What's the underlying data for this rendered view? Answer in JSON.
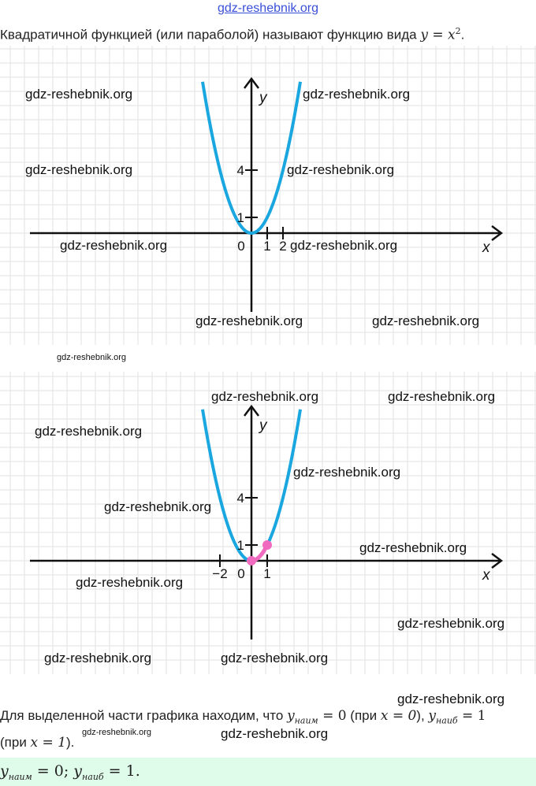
{
  "watermark": {
    "text": "gdz-reshebnik.org"
  },
  "intro": {
    "text": "Квадратичной функцией (или параболой) называют функцию вида ",
    "formula": "y = x",
    "exp": "2",
    "end": "."
  },
  "graph1": {
    "xlabel": "x",
    "ylabel": "y",
    "ticks": {
      "x": [
        "1",
        "2"
      ],
      "y": [
        "1",
        "4"
      ],
      "origin": "0"
    }
  },
  "graph2": {
    "xlabel": "x",
    "ylabel": "y",
    "ticks": {
      "x": [
        "−2",
        "1"
      ],
      "y": [
        "1",
        "4"
      ],
      "origin": "0"
    },
    "highlight": {
      "from": 0,
      "to": 1
    }
  },
  "colors": {
    "parabola": "#1aa7e0",
    "highlight": "#f06bbf",
    "grid": "#e2e2e2",
    "answer_bg": "#dffbea"
  },
  "conclusion": {
    "t1": "Для выделенной части графика находим, что ",
    "ymin": "y",
    "ymin_sub": "наим",
    "eq0": " = 0",
    "t2": " (при ",
    "x0": "x = 0",
    "t3": "), ",
    "ymax": "y",
    "ymax_sub": "наиб",
    "eq1": " = 1",
    "t4": "(при ",
    "x1": "x = 1",
    "t5": ")."
  },
  "answer": {
    "ymin": "y",
    "ymin_sub": "наим",
    "eq0": " = 0; ",
    "ymax": "y",
    "ymax_sub": "наиб",
    "eq1": " = 1."
  }
}
